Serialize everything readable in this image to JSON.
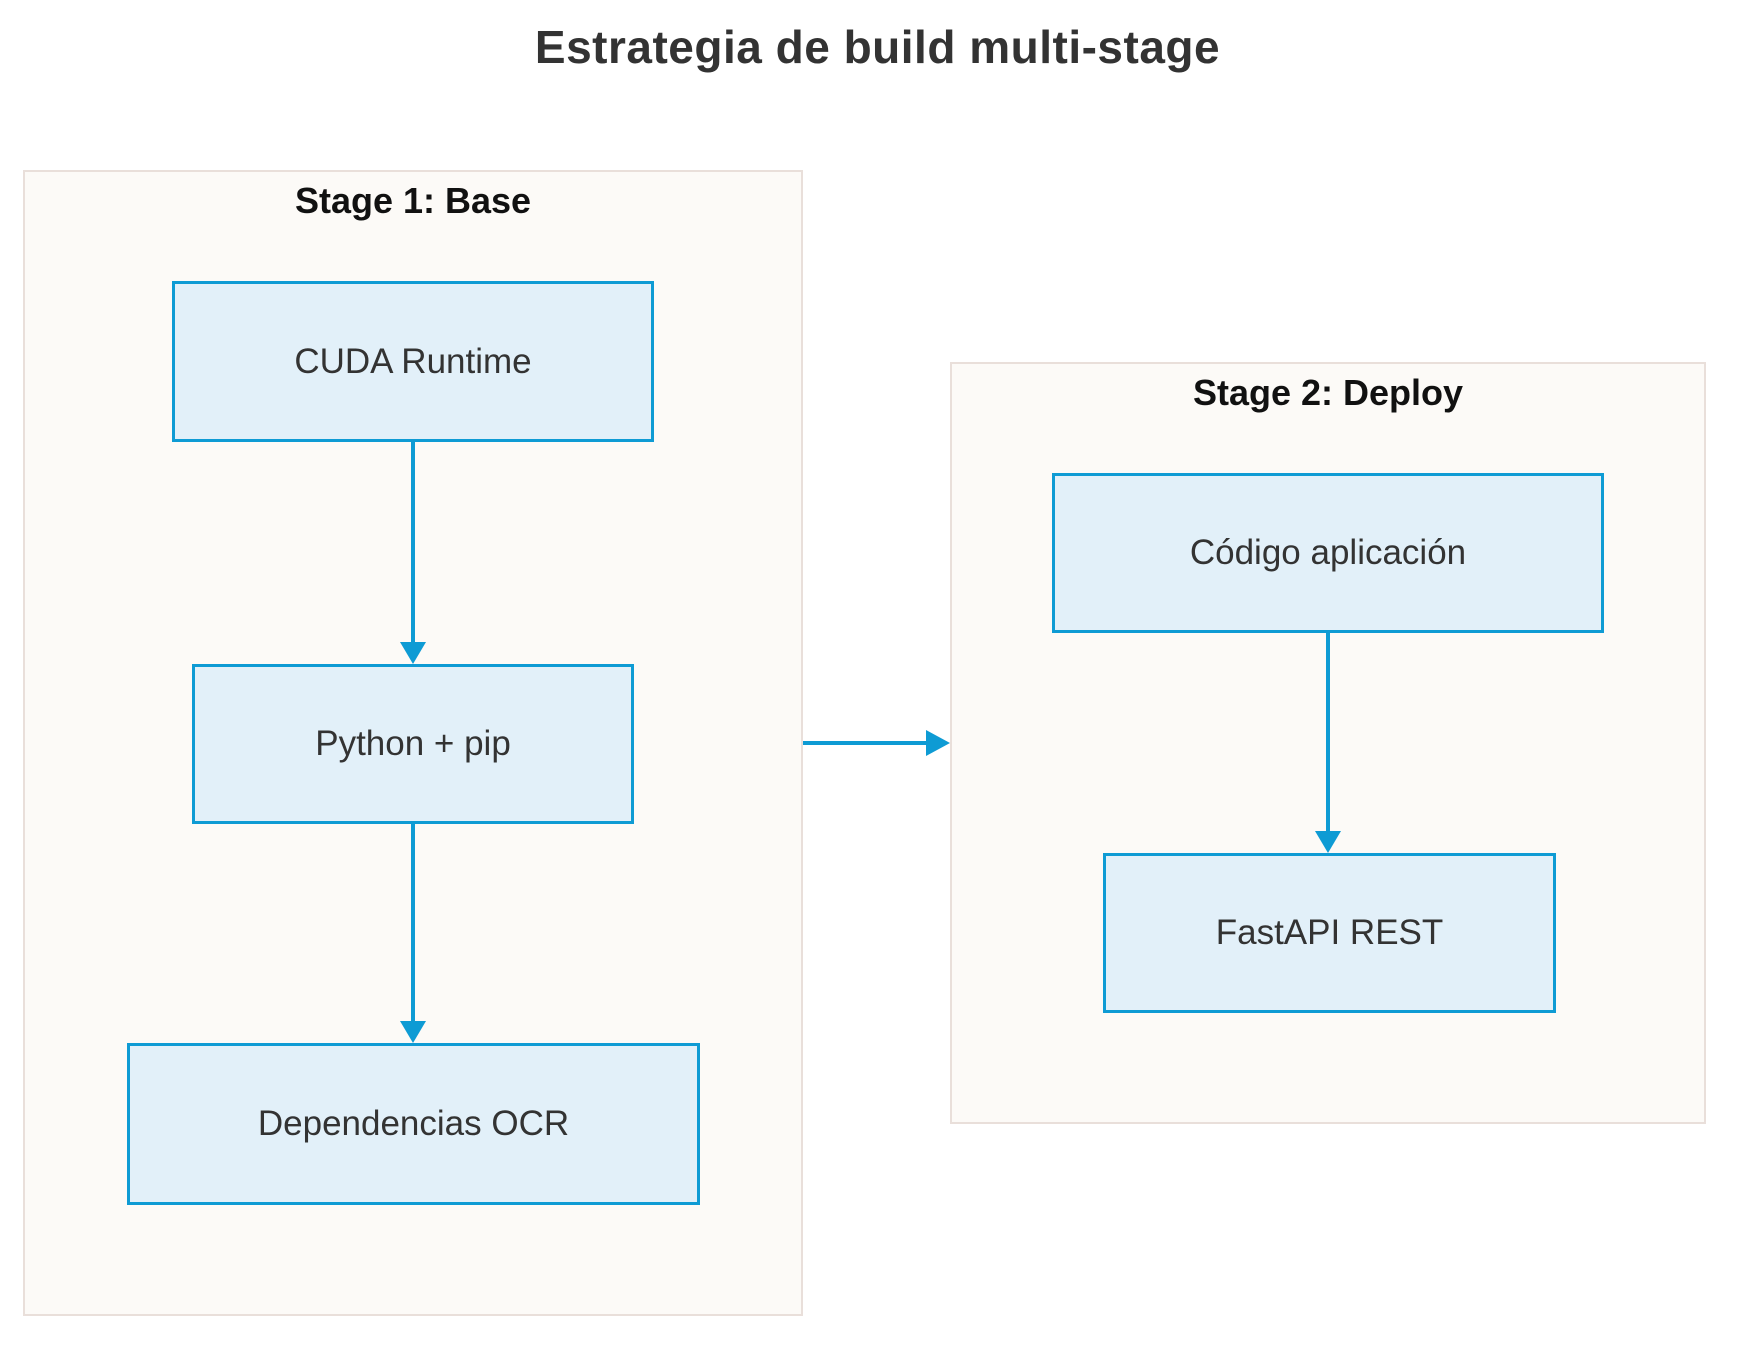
{
  "diagram": {
    "title": "Estrategia de build multi-stage",
    "colors": {
      "accent": "#0e9bd4",
      "node_fill": "#e2f0f9",
      "node_border": "#0e9bd4",
      "container_fill": "#fcfaf7",
      "container_border": "#e9dfda",
      "text": "#333333",
      "label_text": "#111111",
      "page_bg": "#ffffff"
    },
    "stage1": {
      "label": "Stage 1: Base",
      "nodes": [
        {
          "label": "CUDA Runtime"
        },
        {
          "label": "Python + pip"
        },
        {
          "label": "Dependencias OCR"
        }
      ]
    },
    "stage2": {
      "label": "Stage 2: Deploy",
      "nodes": [
        {
          "label": "Código aplicación"
        },
        {
          "label": "FastAPI REST"
        }
      ]
    }
  }
}
